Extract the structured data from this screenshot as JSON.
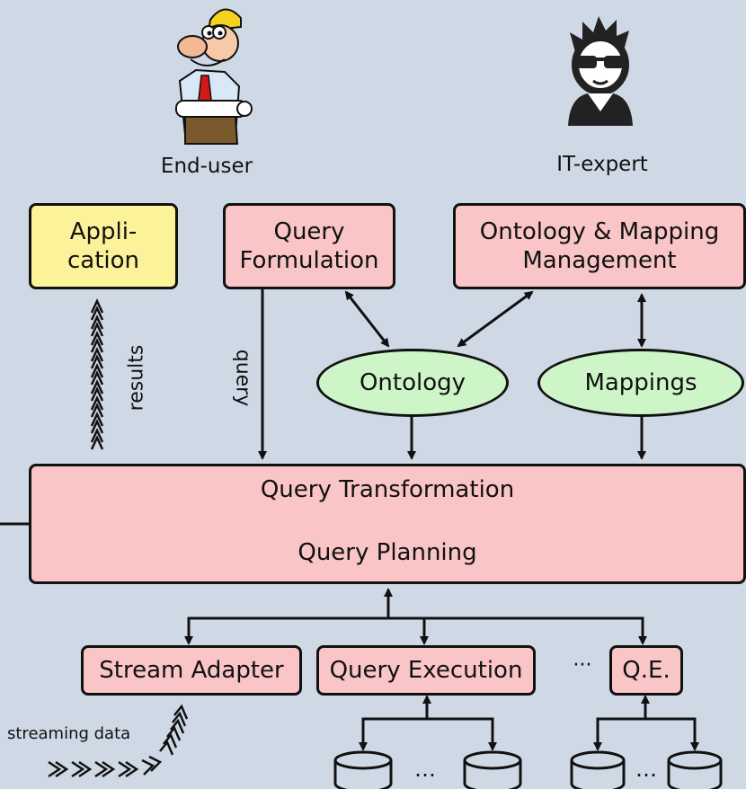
{
  "actors": {
    "end_user": "End-user",
    "it_expert": "IT-expert"
  },
  "boxes": {
    "application": "Appli-\ncation",
    "query_formulation": "Query\nFormulation",
    "ontology_mapping_management": "Ontology & Mapping\nManagement",
    "query_transformation": "Query Transformation",
    "query_planning": "Query Planning",
    "stream_adapter": "Stream Adapter",
    "query_execution": "Query Execution",
    "qe_short": "Q.E."
  },
  "ellipses": {
    "ontology": "Ontology",
    "mappings": "Mappings"
  },
  "edge_labels": {
    "results": "results",
    "query": "query",
    "streaming_data": "streaming data",
    "ellipsis": "…",
    "ellipsis2": "···"
  },
  "colors": {
    "background": "#cfd9e6",
    "pink_box": "#f9c5c6",
    "yellow_box": "#fbf299",
    "green_ellipse": "#cdf5c7"
  }
}
